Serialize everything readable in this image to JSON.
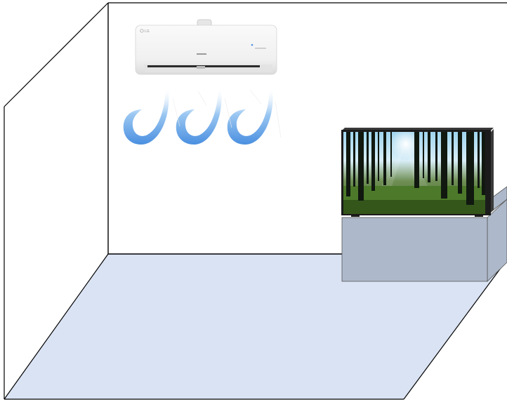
{
  "scene": {
    "colors": {
      "background": "#ffffff",
      "outline": "#000000",
      "floor": "#dae3f3",
      "stand_front": "#adb9ca",
      "stand_side": "#adb9ca",
      "tv_frame": "#1b1b1b",
      "ac_body": "#f4f4f4",
      "airflow": "#5fa0e6"
    },
    "air_conditioner": {
      "icon": "air-conditioner-icon",
      "brand": "LG"
    },
    "airflow": {
      "icon": "wind-swirl-icon",
      "swirl_count": 3
    },
    "television": {
      "icon": "tv-icon",
      "screen_content": "forest-scene-image"
    },
    "tv_stand": {
      "icon": "cabinet-icon"
    }
  }
}
